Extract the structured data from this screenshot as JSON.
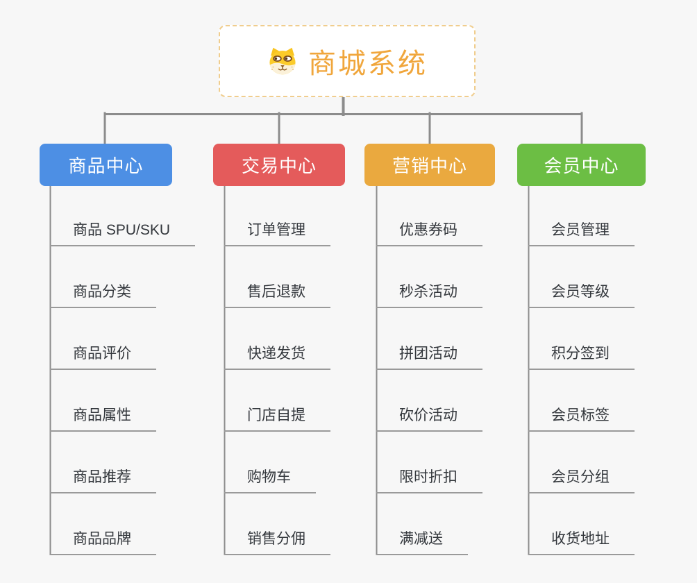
{
  "colors": {
    "background": "#f7f7f7",
    "connector": "#8c8c8c",
    "leaf_underline": "#9a9a9a",
    "leaf_text": "#33373c",
    "root_text": "#f0a63c",
    "root_border": "#f0cd8d",
    "branch_text": "#ffffff"
  },
  "root": {
    "label": "商城系统",
    "icon": "dog-face-icon"
  },
  "branches": [
    {
      "label": "商品中心",
      "color": "#4d8fe4",
      "children": [
        "商品 SPU/SKU",
        "商品分类",
        "商品评价",
        "商品属性",
        "商品推荐",
        "商品品牌"
      ]
    },
    {
      "label": "交易中心",
      "color": "#e45b5b",
      "children": [
        "订单管理",
        "售后退款",
        "快递发货",
        "门店自提",
        "购物车",
        "销售分佣"
      ]
    },
    {
      "label": "营销中心",
      "color": "#eaa93f",
      "children": [
        "优惠券码",
        "秒杀活动",
        "拼团活动",
        "砍价活动",
        "限时折扣",
        "满减送"
      ]
    },
    {
      "label": "会员中心",
      "color": "#6cbe44",
      "children": [
        "会员管理",
        "会员等级",
        "积分签到",
        "会员标签",
        "会员分组",
        "收货地址"
      ]
    }
  ]
}
